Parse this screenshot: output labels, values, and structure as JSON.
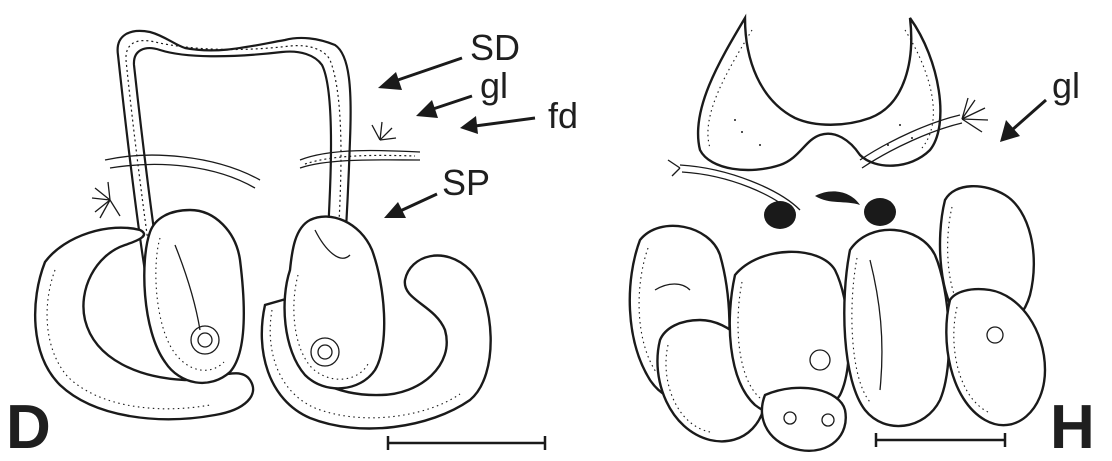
{
  "panel_left": {
    "panel_letter": "D",
    "labels": {
      "sd": "SD",
      "gl": "gl",
      "fd": "fd",
      "sp": "SP"
    }
  },
  "panel_right": {
    "panel_letter": "H",
    "labels": {
      "gl": "gl"
    }
  },
  "colors": {
    "ink": "#1a1a1a",
    "background": "#ffffff"
  }
}
